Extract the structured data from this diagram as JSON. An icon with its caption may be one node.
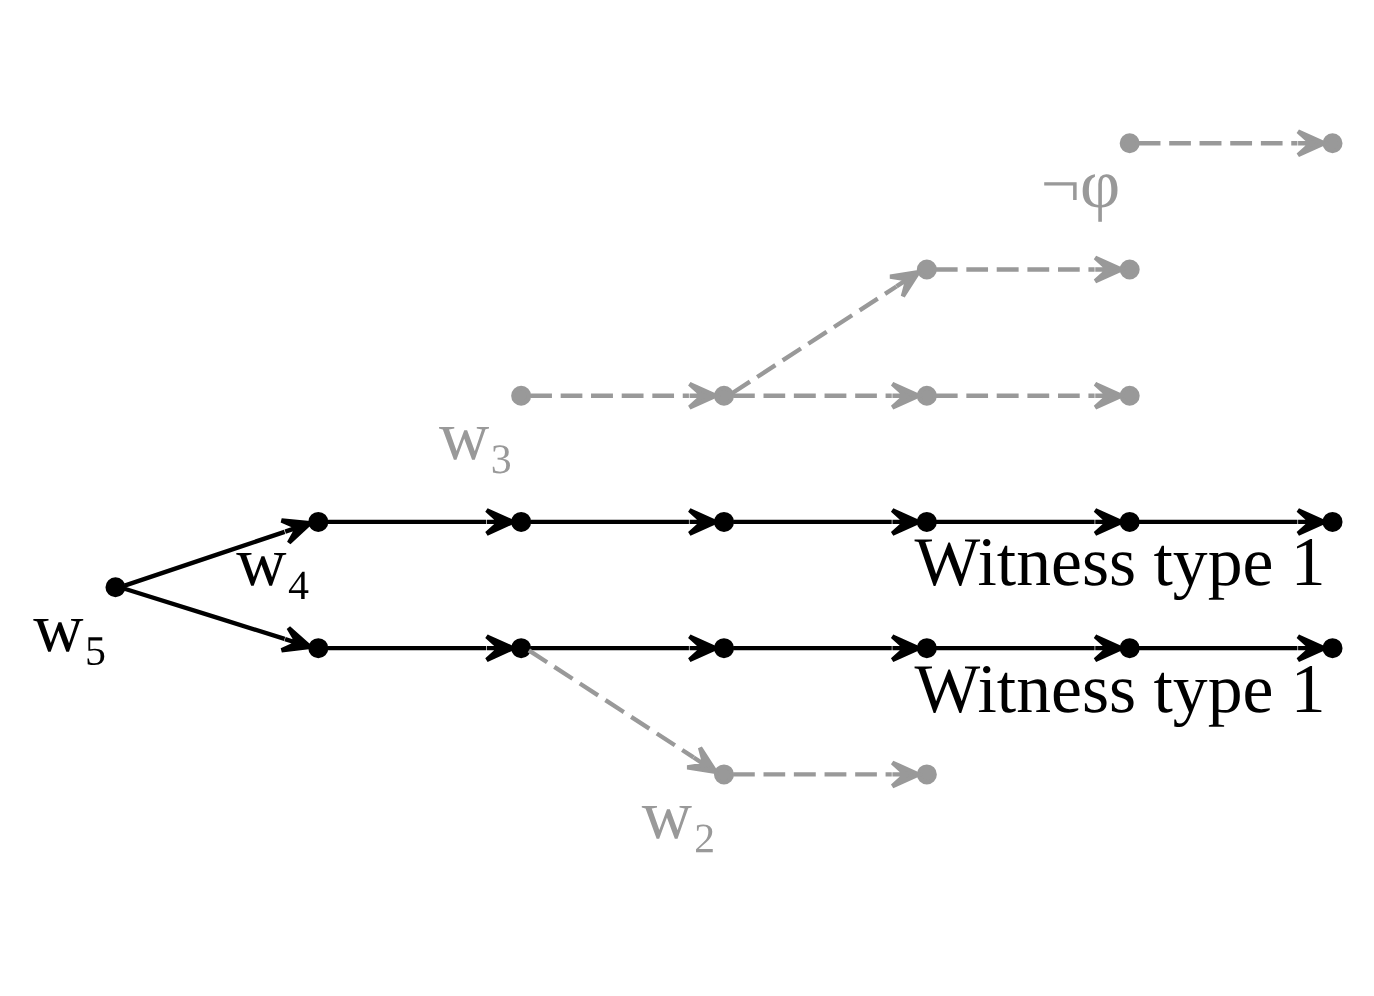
{
  "diagram": {
    "nodes": [
      {
        "text": [],
        "shape": "dot",
        "beside": [
          "w₅"
        ]
      },
      {
        "text": [],
        "shape": "dot",
        "beside": [
          "w₄"
        ]
      },
      {
        "text": [],
        "shape": "dot"
      },
      {
        "text": [],
        "shape": "dot"
      },
      {
        "text": [],
        "shape": "dot"
      },
      {
        "text": [],
        "shape": "dot"
      },
      {
        "text": [],
        "shape": "dot",
        "beside": [
          "Witness type 1"
        ]
      },
      {
        "text": [],
        "shape": "dot",
        "beside": [
          "w₃"
        ]
      },
      {
        "text": [],
        "shape": "dot"
      },
      {
        "text": [],
        "shape": "dot"
      },
      {
        "text": [],
        "shape": "dot"
      },
      {
        "text": [],
        "shape": "dot"
      },
      {
        "text": [],
        "shape": "dot"
      },
      {
        "text": [],
        "shape": "dot"
      },
      {
        "text": [],
        "shape": "dot"
      },
      {
        "text": [],
        "shape": "dot"
      },
      {
        "text": [],
        "shape": "dot"
      },
      {
        "text": [],
        "shape": "dot"
      },
      {
        "text": [],
        "shape": "dot",
        "beside": [
          "Witness type 1"
        ]
      },
      {
        "text": [],
        "shape": "dot",
        "beside": [
          "w₂"
        ]
      },
      {
        "text": [],
        "shape": "dot"
      },
      {
        "text": [],
        "shape": "dot",
        "beside": [
          "¬φ"
        ]
      },
      {
        "text": [],
        "shape": "dot"
      }
    ],
    "edges": [
      {
        "from": 0,
        "to": 1,
        "arrow": "to"
      },
      {
        "from": 1,
        "to": 2,
        "arrow": "to"
      },
      {
        "from": 2,
        "to": 3,
        "arrow": "to"
      },
      {
        "from": 3,
        "to": 4,
        "arrow": "to"
      },
      {
        "from": 4,
        "to": 5,
        "arrow": "to"
      },
      {
        "from": 5,
        "to": 6,
        "arrow": "to"
      },
      {
        "from": 7,
        "to": 8,
        "arrow": "to",
        "style": "dashed",
        "color": "#999999"
      },
      {
        "from": 8,
        "to": 9,
        "arrow": "to",
        "style": "dashed",
        "color": "#999999"
      },
      {
        "from": 9,
        "to": 10,
        "arrow": "to",
        "style": "dashed",
        "color": "#999999"
      },
      {
        "from": 8,
        "to": 11,
        "arrow": "to",
        "style": "dashed",
        "color": "#999999"
      },
      {
        "from": 11,
        "to": 12,
        "arrow": "to",
        "style": "dashed",
        "color": "#999999"
      },
      {
        "from": 0,
        "to": 13,
        "arrow": "to"
      },
      {
        "from": 13,
        "to": 14,
        "arrow": "to"
      },
      {
        "from": 14,
        "to": 15,
        "arrow": "to"
      },
      {
        "from": 15,
        "to": 16,
        "arrow": "to"
      },
      {
        "from": 16,
        "to": 17,
        "arrow": "to"
      },
      {
        "from": 17,
        "to": 18,
        "arrow": "to"
      },
      {
        "from": 14,
        "to": 19,
        "arrow": "to",
        "style": "dashed",
        "color": "#999999"
      },
      {
        "from": 19,
        "to": 20,
        "arrow": "to",
        "style": "dashed",
        "color": "#999999"
      },
      {
        "from": 21,
        "to": 22,
        "arrow": "to",
        "style": "dashed",
        "color": "#999999"
      }
    ]
  }
}
